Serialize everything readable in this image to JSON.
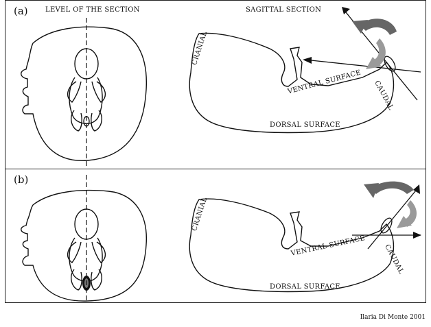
{
  "panels": [
    {
      "label": "(a)",
      "header_left": "LEVEL OF THE SECTION",
      "header_right": "SAGITTAL SECTION",
      "cranial": "CRANIAL",
      "ventral": "VENTRAL SURFACE",
      "caudal": "CAUDAL",
      "dorsal": "DORSAL SURFACE"
    },
    {
      "label": "(b)",
      "cranial": "CRANIAL",
      "ventral": "VENTRAL SURFACE",
      "caudal": "CAUDAL",
      "dorsal": "DORSAL SURFACE"
    }
  ],
  "credit": "Ilaria Di Monte 2001",
  "colors": {
    "ink": "#111111",
    "arrow_dark": "#666666",
    "arrow_light": "#9a9a9a"
  }
}
